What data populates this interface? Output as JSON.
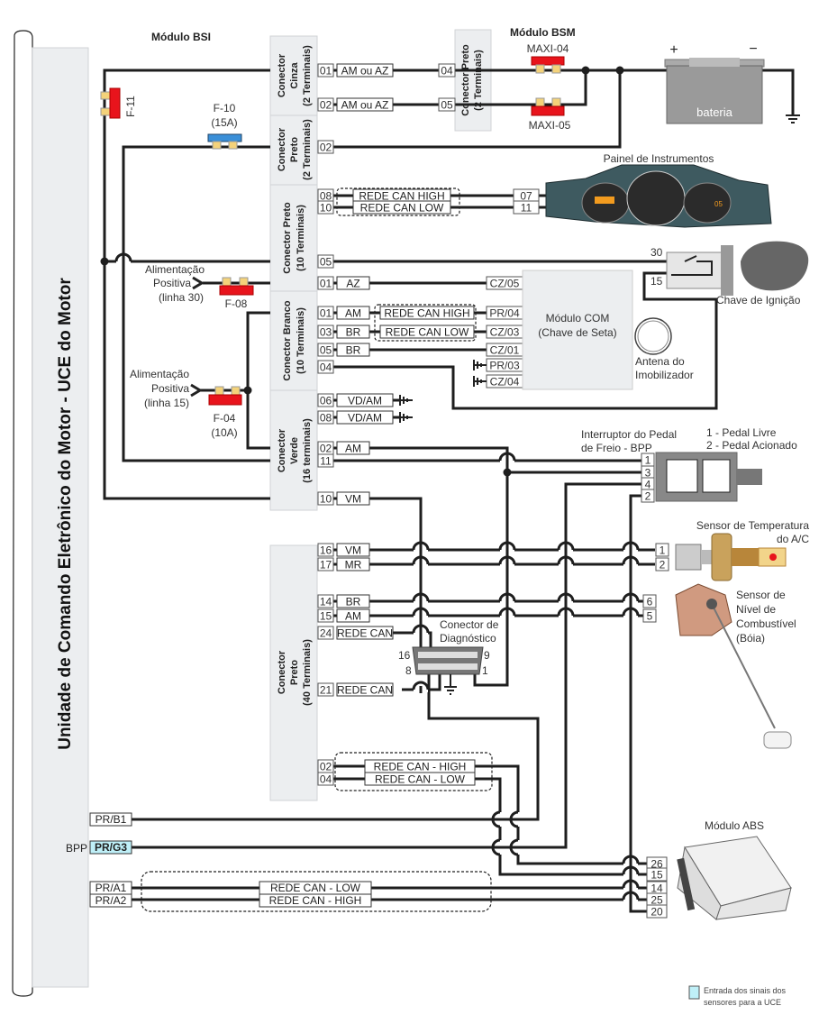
{
  "ecu_title": "Unidade de Comando Eletrônico do Motor - UCE do Motor",
  "bsi_title": "Módulo BSI",
  "bsm_title": "Módulo BSM",
  "connectors": {
    "cinza": [
      "Conector",
      "Cinza",
      "(2 Terminais)"
    ],
    "preto2": [
      "Conector",
      "Preto",
      "(2 Terminais)"
    ],
    "preto10": [
      "Conector Preto",
      "(10 Terminais)"
    ],
    "branco10": [
      "Conector Branco",
      "(10 Terminais)"
    ],
    "verde16": [
      "Conector",
      "Verde",
      "(16 terminais)"
    ],
    "preto40": [
      "Conector",
      "Preto",
      "(40 Terminais)"
    ],
    "bsm_preto": [
      "Conector Preto",
      "(2 Terminais)"
    ]
  },
  "fuses": {
    "f11": "F-11",
    "f10": "F-10",
    "f10_rating": "(15A)",
    "f08": "F-08",
    "f04": "F-04",
    "f04_rating": "(10A)",
    "maxi04": "MAXI-04",
    "maxi05": "MAXI-05"
  },
  "battery": {
    "label": "bateria",
    "plus": "+",
    "minus": "−"
  },
  "supply30": [
    "Alimentação",
    "Positiva",
    "(linha 30)"
  ],
  "supply15": [
    "Alimentação",
    "Positiva",
    "(linha 15)"
  ],
  "cinza_pins": [
    {
      "pin": "01",
      "wire": "AM ou AZ",
      "bsm_pin": "04"
    },
    {
      "pin": "02",
      "wire": "AM ou AZ",
      "bsm_pin": "05"
    }
  ],
  "preto2_pins": [
    {
      "pin": "02"
    }
  ],
  "preto10_pins": [
    {
      "pin": "08",
      "wire": "REDE CAN HIGH",
      "dest": "07"
    },
    {
      "pin": "10",
      "wire": "REDE CAN LOW",
      "dest": "11"
    },
    {
      "pin": "05"
    },
    {
      "pin": "01",
      "wire": "AZ",
      "dest": "CZ/05"
    }
  ],
  "branco10_pins": [
    {
      "pin": "01",
      "wire": "AM",
      "can": "REDE CAN HIGH",
      "dest": "PR/04"
    },
    {
      "pin": "03",
      "wire": "BR",
      "can": "REDE CAN LOW",
      "dest": "CZ/03"
    },
    {
      "pin": "05",
      "wire": "BR",
      "dest": "CZ/01"
    },
    {
      "pin": "04"
    }
  ],
  "com_ground_pins": [
    "PR/03",
    "CZ/04"
  ],
  "verde16_pins": [
    {
      "pin": "06",
      "wire": "VD/AM"
    },
    {
      "pin": "08",
      "wire": "VD/AM"
    },
    {
      "pin": "02",
      "wire": "AM"
    },
    {
      "pin": "11"
    },
    {
      "pin": "10",
      "wire": "VM"
    }
  ],
  "preto40_pins": [
    {
      "pin": "16",
      "wire": "VM"
    },
    {
      "pin": "17",
      "wire": "MR"
    },
    {
      "pin": "14",
      "wire": "BR"
    },
    {
      "pin": "15",
      "wire": "AM"
    },
    {
      "pin": "24",
      "wire": "REDE CAN"
    },
    {
      "pin": "21",
      "wire": "REDE CAN"
    },
    {
      "pin": "02",
      "wire": "REDE CAN - HIGH"
    },
    {
      "pin": "04",
      "wire": "REDE CAN - LOW"
    }
  ],
  "panel": {
    "title": "Painel de Instrumentos",
    "display": "05"
  },
  "ignition": {
    "title": "Chave de Ignição",
    "t30": "30",
    "t15": "15"
  },
  "com_module": [
    "Módulo COM",
    "(Chave de Seta)"
  ],
  "antenna": [
    "Antena do",
    "Imobilizador"
  ],
  "bpp": {
    "title": [
      "Interruptor do Pedal",
      "de Freio - BPP"
    ],
    "legend": [
      "1 - Pedal Livre",
      "2 - Pedal Acionado"
    ],
    "pins": [
      "1",
      "3",
      "4",
      "2"
    ]
  },
  "temp_sensor": {
    "title": [
      "Sensor de Temperatura",
      "do A/C"
    ],
    "pins": [
      "1",
      "2"
    ]
  },
  "fuel_sensor": {
    "title": [
      "Sensor de",
      "Nível de",
      "Combustível",
      "(Bóia)"
    ],
    "pins": [
      "6",
      "5"
    ]
  },
  "diag": {
    "title": [
      "Conector de",
      "Diagnóstico"
    ],
    "p16": "16",
    "p9": "9",
    "p8": "8",
    "p1": "1"
  },
  "ecu_pins": {
    "b1": "PR/B1",
    "g3": "PR/G3",
    "g3_prefix": "BPP",
    "a1": "PR/A1",
    "a2": "PR/A2",
    "a_can_low": "REDE CAN - LOW",
    "a_can_high": "REDE CAN - HIGH"
  },
  "abs": {
    "title": "Módulo ABS",
    "pins": [
      "26",
      "15",
      "14",
      "25",
      "20"
    ]
  },
  "legend": {
    "text": [
      "Entrada dos sinais dos",
      "sensores para a UCE"
    ],
    "color": "#bff0f8"
  },
  "colors": {
    "wire": "#1e1e1e",
    "fuse_red": "#e8141c",
    "fuse_blue": "#3a8fd8",
    "fuse_tab": "#f4d27a",
    "highlight": "#bff0f8"
  }
}
